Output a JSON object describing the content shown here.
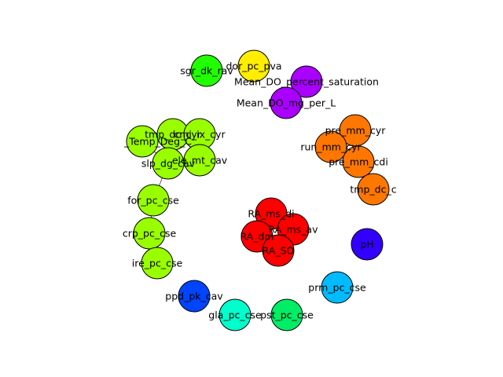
{
  "nodes": [
    {
      "id": "sgr_dk_rav",
      "label": "sgr_dk_rav",
      "color": "#22ff00"
    },
    {
      "id": "dor_pc_pva",
      "label": "dor_pc_pva",
      "color": "#ffee00"
    },
    {
      "id": "Mean_DO_percent_saturation",
      "label": "Mean_DO_percent_saturation",
      "color": "#aa00ff"
    },
    {
      "id": "Mean_DO_mg_per_L",
      "label": "Mean_DO_mg_per_L",
      "color": "#aa00ff"
    },
    {
      "id": "pre_mm_cyr",
      "label": "pre_mm_cyr",
      "color": "#ff7700"
    },
    {
      "id": "run_mm_cyr",
      "label": "run_mm_cyr",
      "color": "#ff7700"
    },
    {
      "id": "pre_mm_cdi",
      "label": "pre_mm_cdi",
      "color": "#ff7700"
    },
    {
      "id": "tmp_dc_c",
      "label": "tmp_dc_c",
      "color": "#ff7700"
    },
    {
      "id": "tmp_dc_cyr",
      "label": "tmp_dc_cyr",
      "color": "#99ff00"
    },
    {
      "id": "cmi_ix_cyr",
      "label": "cmi_ix_cyr",
      "color": "#99ff00"
    },
    {
      "id": "slp_dg_cav",
      "label": "slp_dg_cav",
      "color": "#99ff00"
    },
    {
      "id": "ele_mt_cav",
      "label": "ele_mt_cav",
      "color": "#99ff00"
    },
    {
      "id": "Temp_Deg_C",
      "label": "_Temp_Deg_C",
      "color": "#99ff00"
    },
    {
      "id": "for_pc_cse",
      "label": "for_pc_cse",
      "color": "#99ff00"
    },
    {
      "id": "crp_pc_cse",
      "label": "crp_pc_cse",
      "color": "#99ff00"
    },
    {
      "id": "ire_pc_cse",
      "label": "ire_pc_cse",
      "color": "#99ff00"
    },
    {
      "id": "RA_ms_di",
      "label": "RA_ms_di",
      "color": "#ff0000"
    },
    {
      "id": "RA_ms_av",
      "label": "RA_ms_av",
      "color": "#ff0000"
    },
    {
      "id": "RA_dm",
      "label": "RA_dm",
      "color": "#ff0000"
    },
    {
      "id": "RA_SO",
      "label": "RA_SO",
      "color": "#ff0000"
    },
    {
      "id": "pH",
      "label": "pH",
      "color": "#3300ff"
    },
    {
      "id": "prm_pc_cse",
      "label": "prm_pc_cse",
      "color": "#00bbff"
    },
    {
      "id": "ppd_pk_cav",
      "label": "ppd_pk_cav",
      "color": "#0044ff"
    },
    {
      "id": "gla_pc_cse",
      "label": "gla_pc_cse",
      "color": "#00ffcc"
    },
    {
      "id": "pst_pc_cse",
      "label": "pst_pc_cse",
      "color": "#00ee66"
    }
  ],
  "edges": [
    {
      "source": "Temp_Deg_C",
      "target": "tmp_dc_cyr"
    },
    {
      "source": "tmp_dc_cyr",
      "target": "cmi_ix_cyr"
    },
    {
      "source": "cmi_ix_cyr",
      "target": "ele_mt_cav"
    },
    {
      "source": "tmp_dc_cyr",
      "target": "slp_dg_cav"
    },
    {
      "source": "slp_dg_cav",
      "target": "ele_mt_cav"
    },
    {
      "source": "Temp_Deg_C",
      "target": "slp_dg_cav"
    },
    {
      "source": "slp_dg_cav",
      "target": "for_pc_cse"
    },
    {
      "source": "for_pc_cse",
      "target": "crp_pc_cse"
    },
    {
      "source": "crp_pc_cse",
      "target": "ire_pc_cse"
    },
    {
      "source": "pre_mm_cyr",
      "target": "run_mm_cyr"
    },
    {
      "source": "run_mm_cyr",
      "target": "pre_mm_cdi"
    },
    {
      "source": "pre_mm_cyr",
      "target": "pre_mm_cdi"
    },
    {
      "source": "pre_mm_cdi",
      "target": "tmp_dc_c"
    },
    {
      "source": "Mean_DO_percent_saturation",
      "target": "Mean_DO_mg_per_L"
    },
    {
      "source": "RA_ms_di",
      "target": "RA_ms_av"
    },
    {
      "source": "RA_ms_di",
      "target": "RA_dm"
    },
    {
      "source": "RA_dm",
      "target": "RA_SO"
    },
    {
      "source": "RA_ms_av",
      "target": "RA_SO"
    }
  ]
}
